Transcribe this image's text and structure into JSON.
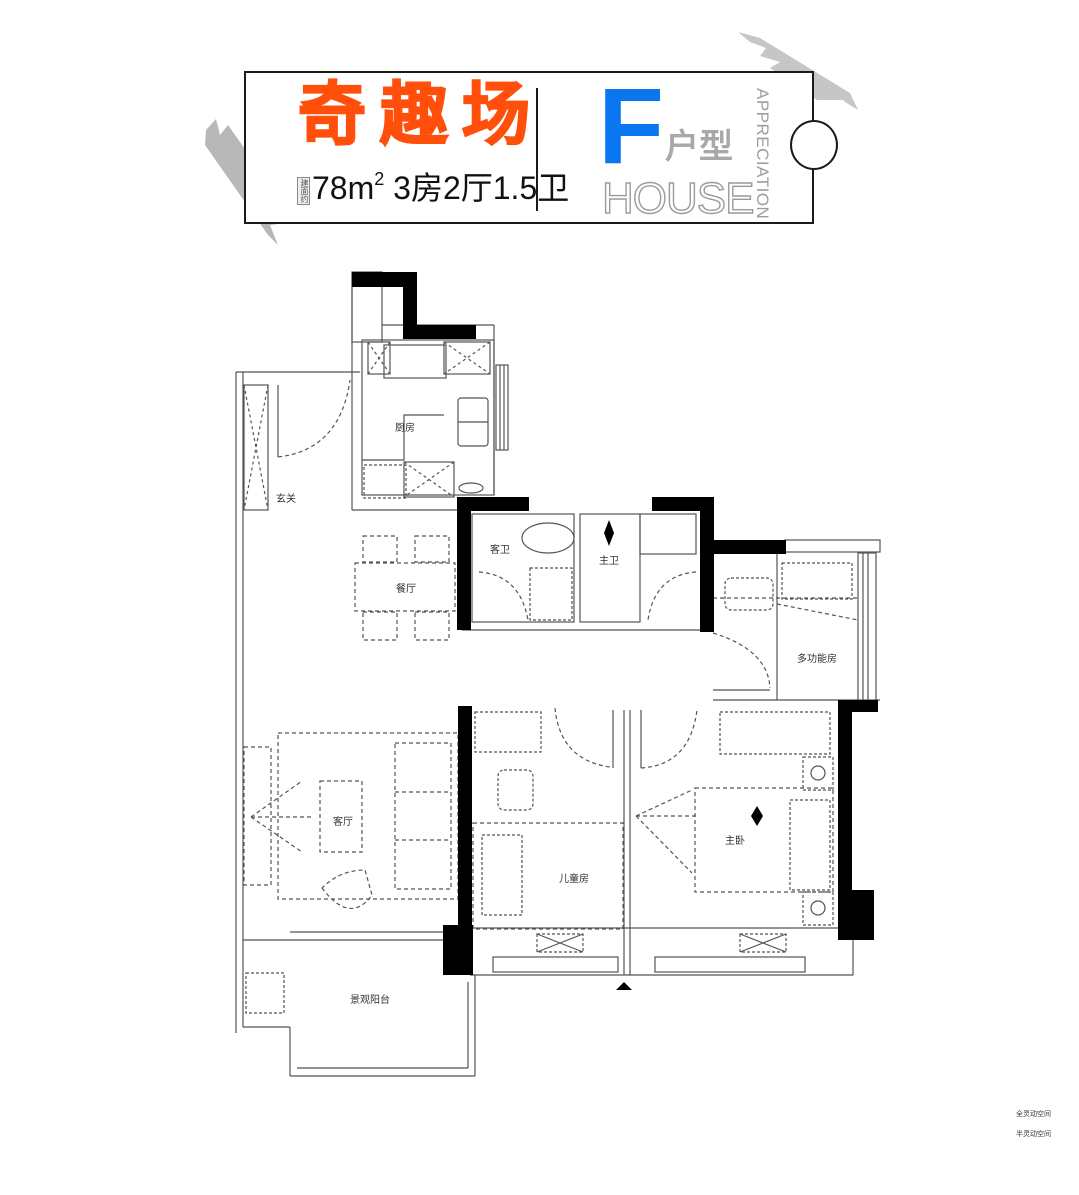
{
  "header": {
    "project_name": "奇趣场",
    "area_prefix": "建面约",
    "area_value": "78m",
    "area_unit_sup": "2",
    "layout": " 3房2厅1.5卫",
    "unit_letter": "F",
    "unit_type_label": "户型",
    "house_word": "HOUSE",
    "appreciation_word": "APPRECIATION"
  },
  "colors": {
    "brand_orange": "#ff4f0a",
    "unit_blue": "#0a76f0",
    "label_gray": "#a8a8a8",
    "wall_black": "#000000",
    "line_gray": "#555555",
    "brush_gray": "#b5b5b5"
  },
  "rooms": {
    "kitchen": "厨房",
    "entrance": "玄关",
    "dining": "餐厅",
    "guest_bath": "客卫",
    "master_bath": "主卫",
    "multi_room": "多功能房",
    "living": "客厅",
    "kids_room": "儿童房",
    "master_bedroom": "主卧",
    "balcony": "景观阳台"
  },
  "legend": {
    "items": [
      "全灵动空间",
      "半灵动空间"
    ]
  }
}
